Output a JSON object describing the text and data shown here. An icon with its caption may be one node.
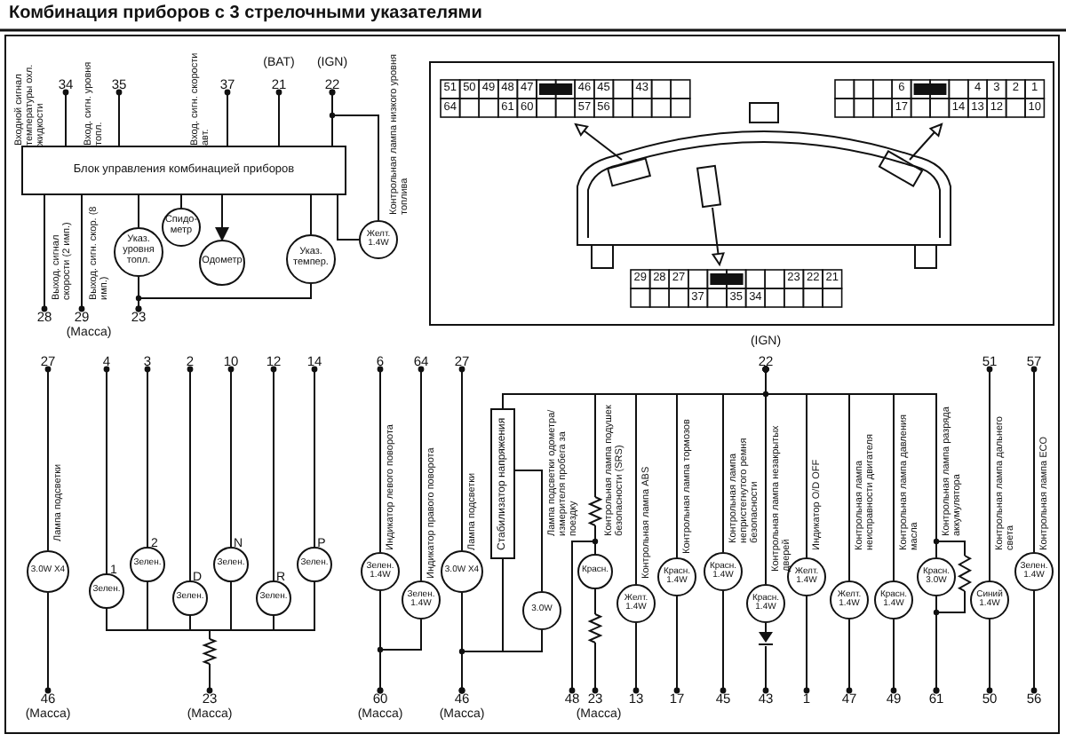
{
  "diagram": {
    "title": "Комбинация приборов с 3 стрелочными указателями",
    "nodes": [
      {
        "text": [
          "34"
        ]
      },
      {
        "text": [
          "35"
        ]
      },
      {
        "text": [
          "37"
        ]
      },
      {
        "text": [
          "21"
        ],
        "beside": [
          "(BAT)"
        ]
      },
      {
        "text": [
          "22"
        ],
        "beside": [
          "(IGN)"
        ]
      },
      {
        "text": [
          "Блок управления комбинацией приборов"
        ]
      },
      {
        "text": [
          "Желт. 1.4W"
        ]
      },
      {
        "text": [
          "Указ. уровня топл."
        ]
      },
      {
        "text": [
          "Спидо- метр"
        ]
      },
      {
        "text": [
          "Одометр"
        ]
      },
      {
        "text": [
          "Указ. темпер."
        ]
      },
      {
        "text": [
          "28"
        ]
      },
      {
        "text": [
          "29"
        ],
        "beside": [
          "(Масса)"
        ]
      },
      {
        "text": [
          "23"
        ]
      },
      {
        "text": [
          "27"
        ]
      },
      {
        "text": [
          "4"
        ]
      },
      {
        "text": [
          "3"
        ]
      },
      {
        "text": [
          "2"
        ]
      },
      {
        "text": [
          "10"
        ]
      },
      {
        "text": [
          "12"
        ]
      },
      {
        "text": [
          "14"
        ]
      },
      {
        "text": [
          "6"
        ]
      },
      {
        "text": [
          "64"
        ]
      },
      {
        "text": [
          "27"
        ]
      },
      {
        "text": [
          "22"
        ],
        "beside": [
          "(IGN)"
        ]
      },
      {
        "text": [
          "51"
        ]
      },
      {
        "text": [
          "57"
        ]
      },
      {
        "text": [
          "3.0W X4"
        ]
      },
      {
        "text": [
          "Зелен."
        ],
        "beside": [
          "1"
        ]
      },
      {
        "text": [
          "Зелен."
        ],
        "beside": [
          "2"
        ]
      },
      {
        "text": [
          "Зелен."
        ],
        "beside": [
          "D"
        ]
      },
      {
        "text": [
          "Зелен."
        ],
        "beside": [
          "N"
        ]
      },
      {
        "text": [
          "Зелен."
        ],
        "beside": [
          "R"
        ]
      },
      {
        "text": [
          "Зелен."
        ],
        "beside": [
          "P"
        ]
      },
      {
        "text": [
          "Зелен. 1.4W"
        ]
      },
      {
        "text": [
          "Зелен. 1.4W"
        ]
      },
      {
        "text": [
          "3.0W X4"
        ]
      },
      {
        "text": [
          "Стабилизатор напряжения"
        ]
      },
      {
        "text": [
          "3.0W"
        ]
      },
      {
        "text": [
          "Красн."
        ]
      },
      {
        "text": [
          "Желт. 1.4W"
        ]
      },
      {
        "text": [
          "Красн. 1.4W"
        ]
      },
      {
        "text": [
          "Красн. 1.4W"
        ]
      },
      {
        "text": [
          "Красн. 1.4W"
        ]
      },
      {
        "text": [
          "Желт. 1.4W"
        ]
      },
      {
        "text": [
          "Желт. 1.4W"
        ]
      },
      {
        "text": [
          "Красн. 1.4W"
        ]
      },
      {
        "text": [
          "Красн. 3.0W"
        ]
      },
      {
        "text": [
          "Синий 1.4W"
        ]
      },
      {
        "text": [
          "Зелен. 1.4W"
        ]
      },
      {
        "text": [],
        "shape": "resistor"
      },
      {
        "text": [],
        "shape": "resistor"
      },
      {
        "text": [],
        "shape": "resistor"
      },
      {
        "text": [],
        "shape": "resistor"
      },
      {
        "text": [],
        "shape": "diode"
      },
      {
        "text": [
          "46"
        ],
        "beside": [
          "(Масса)"
        ]
      },
      {
        "text": [
          "23"
        ],
        "beside": [
          "(Масса)"
        ]
      },
      {
        "text": [
          "60"
        ],
        "beside": [
          "(Масса)"
        ]
      },
      {
        "text": [
          "46"
        ],
        "beside": [
          "(Масса)"
        ]
      },
      {
        "text": [
          "48"
        ]
      },
      {
        "text": [
          "23"
        ],
        "beside": [
          "(Масса)"
        ]
      },
      {
        "text": [
          "13"
        ]
      },
      {
        "text": [
          "17"
        ]
      },
      {
        "text": [
          "45"
        ]
      },
      {
        "text": [
          "43"
        ]
      },
      {
        "text": [
          "1"
        ]
      },
      {
        "text": [
          "47"
        ]
      },
      {
        "text": [
          "49"
        ]
      },
      {
        "text": [
          "61"
        ]
      },
      {
        "text": [
          "50"
        ]
      },
      {
        "text": [
          "56"
        ]
      }
    ],
    "edges": [
      {
        "from": 0,
        "to": 5,
        "arrow": "other"
      },
      {
        "from": 1,
        "to": 5,
        "arrow": "other"
      },
      {
        "from": 2,
        "to": 5,
        "arrow": "other"
      },
      {
        "from": 3,
        "to": 5,
        "arrow": "other"
      },
      {
        "from": 4,
        "to": 5,
        "arrow": "other"
      },
      {
        "from": 4,
        "to": 6,
        "arrow": "other"
      },
      {
        "from": 5,
        "to": 6,
        "arrow": "none"
      },
      {
        "from": 5,
        "to": 7,
        "arrow": "none"
      },
      {
        "from": 5,
        "to": 8,
        "arrow": "none"
      },
      {
        "from": 5,
        "to": 9,
        "arrow": "to"
      },
      {
        "from": 5,
        "to": 10,
        "arrow": "none"
      },
      {
        "from": 5,
        "to": 11,
        "arrow": "other"
      },
      {
        "from": 5,
        "to": 12,
        "arrow": "other"
      },
      {
        "from": 7,
        "to": 13,
        "arrow": "other"
      },
      {
        "from": 10,
        "to": 13,
        "arrow": "other"
      },
      {
        "from": 14,
        "to": 27,
        "arrow": "other"
      },
      {
        "from": 27,
        "to": 55,
        "arrow": "other"
      },
      {
        "from": 15,
        "to": 28,
        "arrow": "other"
      },
      {
        "from": 16,
        "to": 29,
        "arrow": "other"
      },
      {
        "from": 17,
        "to": 30,
        "arrow": "other"
      },
      {
        "from": 18,
        "to": 31,
        "arrow": "other"
      },
      {
        "from": 19,
        "to": 32,
        "arrow": "other"
      },
      {
        "from": 20,
        "to": 33,
        "arrow": "other"
      },
      {
        "from": 28,
        "to": 50,
        "arrow": "none"
      },
      {
        "from": 29,
        "to": 50,
        "arrow": "none"
      },
      {
        "from": 30,
        "to": 50,
        "arrow": "none"
      },
      {
        "from": 31,
        "to": 50,
        "arrow": "none"
      },
      {
        "from": 32,
        "to": 50,
        "arrow": "none"
      },
      {
        "from": 33,
        "to": 50,
        "arrow": "none"
      },
      {
        "from": 50,
        "to": 56,
        "arrow": "other"
      },
      {
        "from": 21,
        "to": 34,
        "arrow": "other"
      },
      {
        "from": 34,
        "to": 57,
        "arrow": "other"
      },
      {
        "from": 22,
        "to": 35,
        "arrow": "other"
      },
      {
        "from": 35,
        "to": 57,
        "arrow": "other"
      },
      {
        "from": 23,
        "to": 36,
        "arrow": "other"
      },
      {
        "from": 36,
        "to": 58,
        "arrow": "other"
      },
      {
        "from": 37,
        "to": 58,
        "arrow": "other"
      },
      {
        "from": 37,
        "to": 38,
        "arrow": "none"
      },
      {
        "from": 38,
        "to": 58,
        "arrow": "other"
      },
      {
        "from": 24,
        "to": 37,
        "arrow": "other"
      },
      {
        "from": 24,
        "to": 51,
        "arrow": "other"
      },
      {
        "from": 24,
        "to": 40,
        "arrow": "other"
      },
      {
        "from": 24,
        "to": 41,
        "arrow": "other"
      },
      {
        "from": 24,
        "to": 42,
        "arrow": "other"
      },
      {
        "from": 24,
        "to": 43,
        "arrow": "other"
      },
      {
        "from": 24,
        "to": 44,
        "arrow": "other"
      },
      {
        "from": 24,
        "to": 45,
        "arrow": "other"
      },
      {
        "from": 24,
        "to": 46,
        "arrow": "other"
      },
      {
        "from": 24,
        "to": 47,
        "arrow": "other"
      },
      {
        "from": 24,
        "to": 53,
        "arrow": "other"
      },
      {
        "from": 51,
        "to": 39,
        "arrow": "none"
      },
      {
        "from": 51,
        "to": 59,
        "arrow": "other"
      },
      {
        "from": 39,
        "to": 52,
        "arrow": "none"
      },
      {
        "from": 52,
        "to": 60,
        "arrow": "other"
      },
      {
        "from": 40,
        "to": 61,
        "arrow": "other"
      },
      {
        "from": 41,
        "to": 62,
        "arrow": "other"
      },
      {
        "from": 42,
        "to": 63,
        "arrow": "other"
      },
      {
        "from": 43,
        "to": 54,
        "arrow": "none"
      },
      {
        "from": 54,
        "to": 64,
        "arrow": "other"
      },
      {
        "from": 44,
        "to": 65,
        "arrow": "other"
      },
      {
        "from": 45,
        "to": 66,
        "arrow": "other"
      },
      {
        "from": 46,
        "to": 67,
        "arrow": "other"
      },
      {
        "from": 47,
        "to": 68,
        "arrow": "other"
      },
      {
        "from": 53,
        "to": 68,
        "arrow": "other"
      },
      {
        "from": 25,
        "to": 48,
        "arrow": "other"
      },
      {
        "from": 48,
        "to": 69,
        "arrow": "other"
      },
      {
        "from": 26,
        "to": 49,
        "arrow": "other"
      },
      {
        "from": 49,
        "to": 70,
        "arrow": "other"
      }
    ],
    "labels": [
      "Входной сигнал температуры охл. жидкости",
      "Вход. сигн. уровня топл.",
      "Вход. сигн. скорости авт.",
      "Контрольная лампа низкого уровня топлива",
      "51",
      "50",
      "49",
      "48",
      "47",
      "46",
      "45",
      "43",
      "64",
      "61",
      "60",
      "57",
      "56",
      "6",
      "4",
      "3",
      "2",
      "1",
      "17",
      "14",
      "13",
      "12",
      "10",
      "29",
      "28",
      "27",
      "23",
      "22",
      "21",
      "37",
      "35",
      "34",
      "Выход. сигнал скорости (2 имп.)",
      "Выход. сигн. скор. (8 имп.)",
      "Лампа подсветки",
      "Индикатор левого поворота",
      "Индикатор правого поворота",
      "Лампа подсветки",
      "Лампа подсветки одометра/ измерителя пробега за поездку",
      "Контрольная лампа подушек безопасности (SRS)",
      "Контрольная лампа ABS",
      "Контрольная лампа тормозов",
      "Контрольная лампа непристегнутого ремня безопасности",
      "Контрольная лампа незакрытых дверей",
      "Индикатор O/D OFF",
      "Контрольная лампа неисправности двигателя",
      "Контрольная лампа давления масла",
      "Контрольная лампа разряда аккумулятора",
      "Контрольная лампа дальнего света",
      "Контрольная лампа ECO"
    ]
  }
}
